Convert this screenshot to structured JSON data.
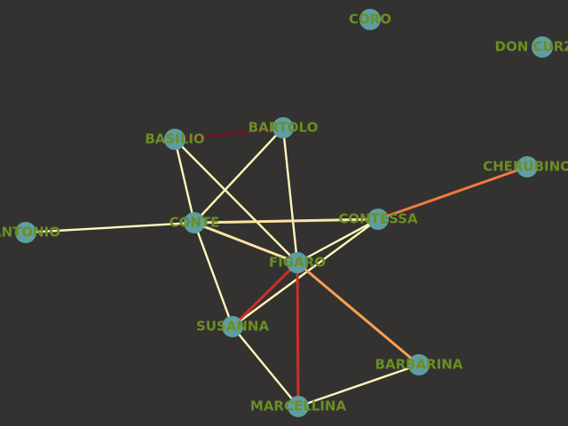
{
  "graph": {
    "background": "#333231",
    "node_color": "#5f9ea0",
    "label_color": "#6b8e23",
    "nodes": [
      {
        "id": "CORO",
        "label": "CORO"
      },
      {
        "id": "DON_CURZIO",
        "label": "DON CURZIO"
      },
      {
        "id": "BASILIO",
        "label": "BASILIO"
      },
      {
        "id": "BARTOLO",
        "label": "BARTOLO"
      },
      {
        "id": "CHERUBINO",
        "label": "CHERUBINO"
      },
      {
        "id": "ANTONIO",
        "label": "ANTONIO"
      },
      {
        "id": "CONTE",
        "label": "CONTE"
      },
      {
        "id": "CONTESSA",
        "label": "CONTESSA"
      },
      {
        "id": "FIGARO",
        "label": "FIGARO"
      },
      {
        "id": "SUSANNA",
        "label": "SUSANNA"
      },
      {
        "id": "BARBARINA",
        "label": "BARBARINA"
      },
      {
        "id": "MARCELLINA",
        "label": "MARCELLINA"
      }
    ],
    "edges": [
      {
        "source": "BASILIO",
        "target": "BARTOLO",
        "color": "#8b0a2a"
      },
      {
        "source": "BASILIO",
        "target": "CONTE",
        "color": "#fff8b8"
      },
      {
        "source": "BASILIO",
        "target": "FIGARO",
        "color": "#fff8b8"
      },
      {
        "source": "BARTOLO",
        "target": "CONTE",
        "color": "#fff8b8"
      },
      {
        "source": "BARTOLO",
        "target": "FIGARO",
        "color": "#fff8b8"
      },
      {
        "source": "ANTONIO",
        "target": "CONTE",
        "color": "#fff8b8"
      },
      {
        "source": "CONTE",
        "target": "CONTESSA",
        "color": "#fde4a0"
      },
      {
        "source": "CONTE",
        "target": "FIGARO",
        "color": "#fde4a0"
      },
      {
        "source": "CONTE",
        "target": "SUSANNA",
        "color": "#fff8b8"
      },
      {
        "source": "CONTESSA",
        "target": "CHERUBINO",
        "color": "#f47a3c"
      },
      {
        "source": "CONTESSA",
        "target": "FIGARO",
        "color": "#fff8b8"
      },
      {
        "source": "CONTESSA",
        "target": "SUSANNA",
        "color": "#fff8b8"
      },
      {
        "source": "FIGARO",
        "target": "SUSANNA",
        "color": "#c8302a"
      },
      {
        "source": "FIGARO",
        "target": "MARCELLINA",
        "color": "#c8302a"
      },
      {
        "source": "FIGARO",
        "target": "BARBARINA",
        "color": "#fba050"
      },
      {
        "source": "SUSANNA",
        "target": "MARCELLINA",
        "color": "#fff8b8"
      },
      {
        "source": "MARCELLINA",
        "target": "BARBARINA",
        "color": "#fff8b8"
      }
    ]
  }
}
